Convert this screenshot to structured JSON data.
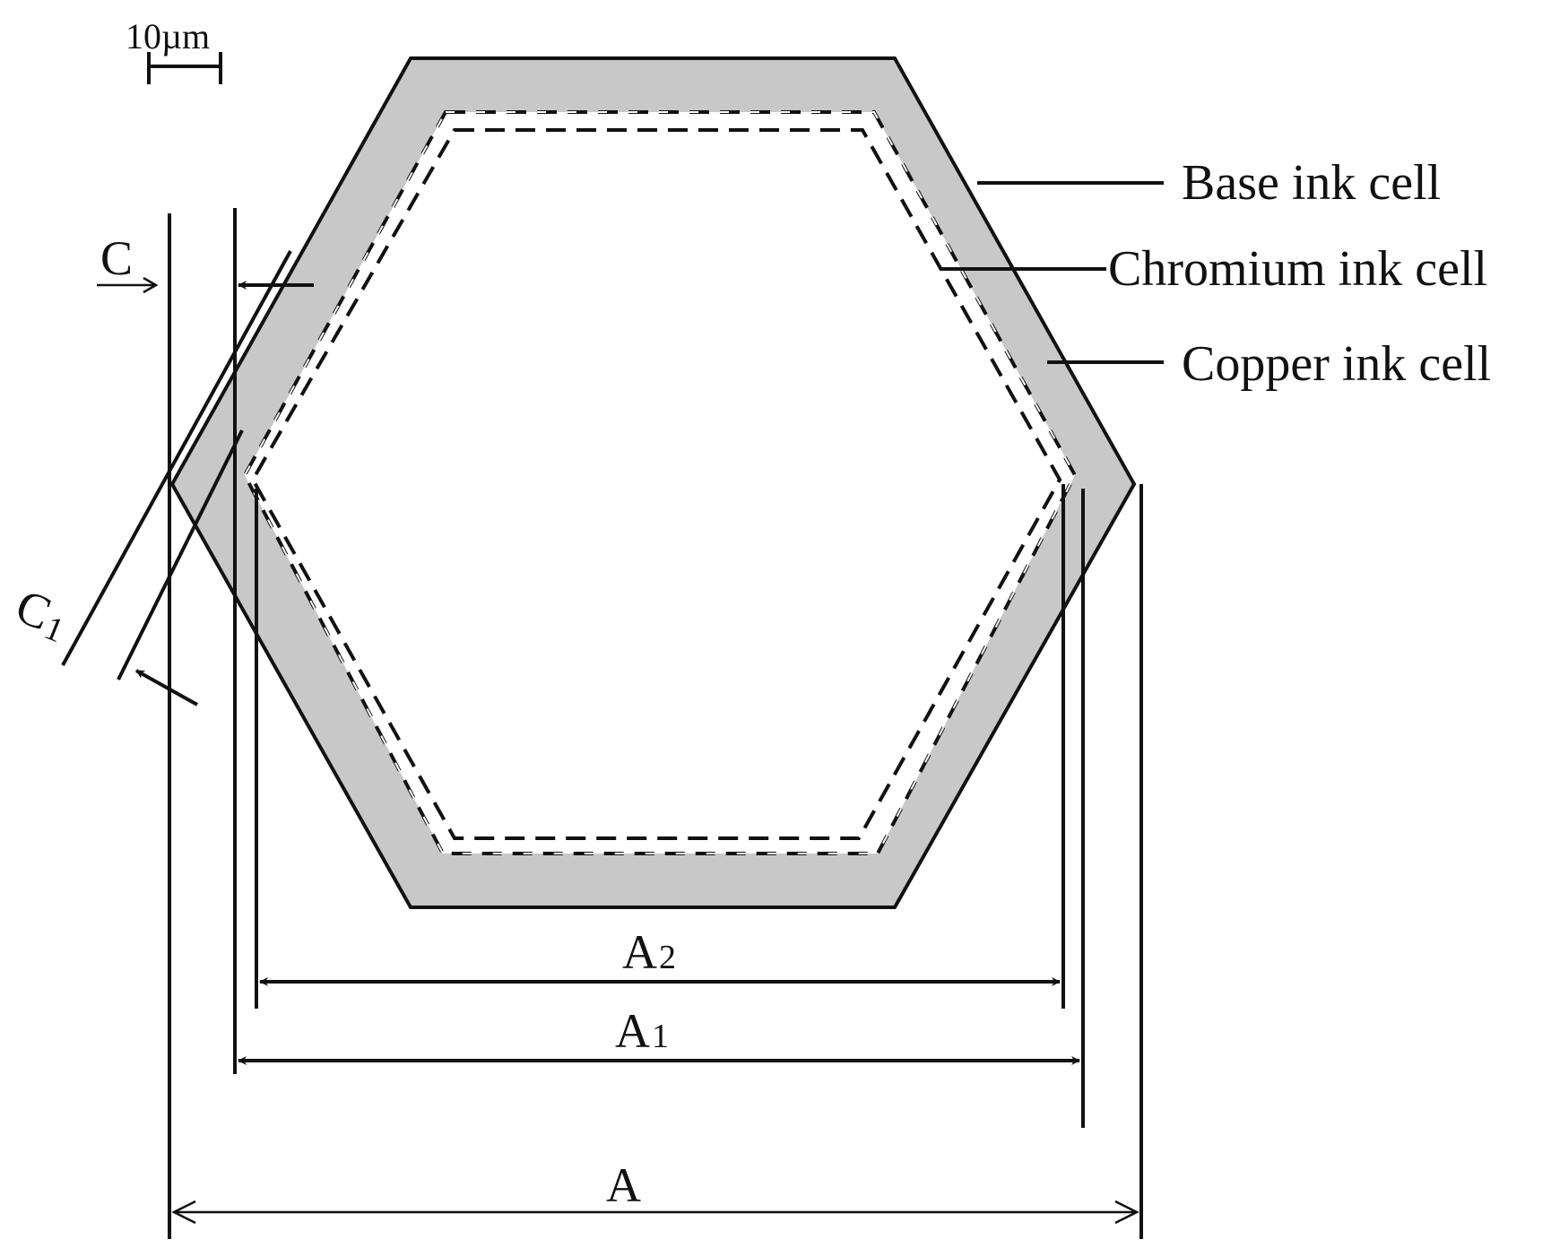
{
  "scale_bar": {
    "label": "10µm"
  },
  "legend": {
    "base": "Base ink cell",
    "chromium": "Chromium ink cell",
    "copper": "Copper ink cell"
  },
  "dimensions": {
    "A": "A",
    "A1_main": "A",
    "A1_sub": "1",
    "A2_main": "A",
    "A2_sub": "2",
    "C": "C",
    "C1_main": "C",
    "C1_sub": "1"
  },
  "colors": {
    "cell_fill": "#c8c8c8",
    "stroke": "#111111",
    "background": "#ffffff"
  }
}
